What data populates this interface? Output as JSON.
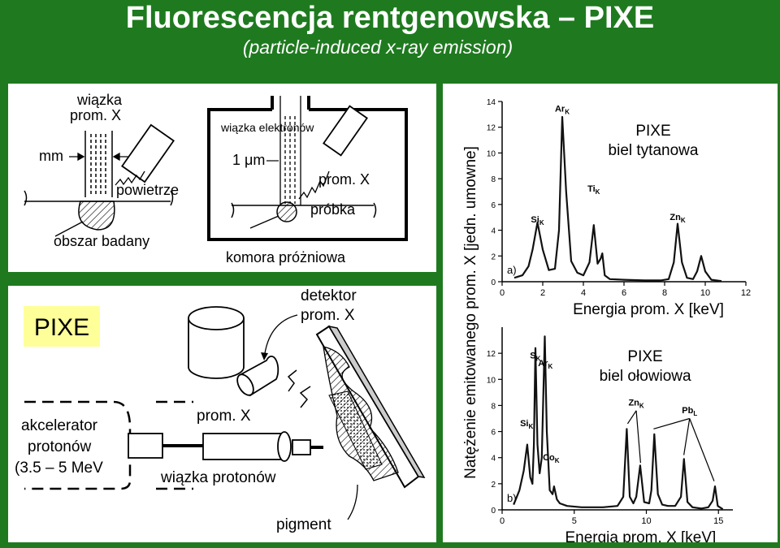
{
  "header": {
    "title": "Fluorescencja rentgenowska – PIXE",
    "subtitle": "(particle-induced x-ray emission)"
  },
  "top_diagram": {
    "beam_label_line1": "wiązka",
    "beam_label_line2": "prom. X",
    "mm": "mm",
    "air": "powietrze",
    "area": "obszar badany",
    "electron_beam": "wiązka elektronów",
    "micron": "1 μm",
    "xray": "prom. X",
    "sample": "próbka",
    "chamber": "komora próżniowa"
  },
  "bottom_diagram": {
    "pixe_badge": "PIXE",
    "accelerator_line1": "akcelerator",
    "accelerator_line2": "protonów",
    "accelerator_line3": "(3.5 – 5 MeV",
    "detector_line1": "detektor",
    "detector_line2": "prom. X",
    "xray": "prom. X",
    "proton_beam": "wiązka protonów",
    "pigment": "pigment"
  },
  "spectra": {
    "ylabel": "Natężenie emitowanego prom. X [jedn. umowne]",
    "colors": {
      "line": "#111111",
      "background": "#ffffff",
      "frame": "#1f7a1f"
    }
  },
  "chart_data": [
    {
      "type": "line",
      "title": "PIXE",
      "subtitle": "biel tytanowa",
      "panel_tag": "a)",
      "xlabel": "Energia prom. X [keV]",
      "xlim": [
        0,
        12
      ],
      "ylim": [
        0,
        14
      ],
      "xticks": [
        "0",
        "2",
        "4",
        "6",
        "8",
        "10",
        "12"
      ],
      "yticks": [
        "0",
        "2",
        "4",
        "6",
        "8",
        "10",
        "12",
        "14"
      ],
      "peak_labels": [
        {
          "label": "Si",
          "sub": "K",
          "x": 1.74,
          "y": 4.6
        },
        {
          "label": "Ar",
          "sub": "K",
          "x": 2.96,
          "y": 13.2
        },
        {
          "label": "Ti",
          "sub": "K",
          "x": 4.51,
          "y": 7.0
        },
        {
          "label": "Zn",
          "sub": "K",
          "x": 8.64,
          "y": 4.8
        }
      ],
      "series": [
        {
          "x": [
            0.6,
            1.0,
            1.3,
            1.5,
            1.74,
            2.0,
            2.3,
            2.6,
            2.8,
            2.96,
            3.15,
            3.4,
            3.7,
            4.0,
            4.3,
            4.51,
            4.7,
            4.85,
            4.93,
            5.05,
            5.3,
            6.0,
            7.0,
            7.8,
            8.2,
            8.45,
            8.64,
            8.85,
            9.1,
            9.4,
            9.6,
            9.8,
            10.0,
            10.3,
            10.8
          ],
          "y": [
            0.3,
            0.5,
            1.2,
            2.5,
            4.6,
            2.5,
            0.9,
            1.0,
            4.0,
            12.8,
            7.0,
            1.6,
            0.7,
            0.5,
            1.5,
            4.4,
            1.4,
            1.8,
            2.2,
            0.5,
            0.2,
            0.15,
            0.1,
            0.1,
            0.2,
            1.5,
            4.5,
            1.5,
            0.3,
            0.2,
            0.8,
            2.0,
            0.8,
            0.15,
            0.05
          ]
        }
      ]
    },
    {
      "type": "line",
      "title": "PIXE",
      "subtitle": "biel ołowiowa",
      "panel_tag": "b)",
      "xlabel": "Energia prom. X [keV]",
      "xlim": [
        0,
        16
      ],
      "ylim": [
        0,
        14
      ],
      "xticks": [
        "0",
        "5",
        "10",
        "15"
      ],
      "yticks": [
        "0",
        "2",
        "4",
        "6",
        "8",
        "10",
        "12"
      ],
      "peak_labels": [
        {
          "label": "S",
          "sub": "K",
          "x": 2.3,
          "y": 11.6
        },
        {
          "label": "Ar",
          "sub": "K",
          "x": 3.0,
          "y": 11.0
        },
        {
          "label": "Si",
          "sub": "K",
          "x": 1.7,
          "y": 6.4
        },
        {
          "label": "Co",
          "sub": "K",
          "x": 3.4,
          "y": 3.8
        },
        {
          "label": "Zn",
          "sub": "K",
          "x": 9.3,
          "y": 8.0
        },
        {
          "label": "Pb",
          "sub": "L",
          "x": 13.0,
          "y": 7.4
        }
      ],
      "series": [
        {
          "x": [
            0.8,
            1.2,
            1.5,
            1.74,
            1.95,
            2.1,
            2.2,
            2.31,
            2.45,
            2.6,
            2.75,
            2.96,
            3.1,
            3.3,
            3.5,
            3.6,
            3.8,
            4.0,
            4.5,
            5.5,
            7.0,
            8.0,
            8.4,
            8.64,
            8.85,
            9.1,
            9.3,
            9.57,
            9.85,
            10.2,
            10.35,
            10.55,
            10.8,
            11.1,
            11.5,
            12.0,
            12.4,
            12.61,
            12.85,
            13.2,
            13.8,
            14.3,
            14.6,
            14.76,
            14.95,
            15.3
          ],
          "y": [
            0.4,
            1.5,
            3.0,
            5.0,
            2.5,
            2.0,
            5.0,
            12.4,
            5.0,
            2.8,
            4.0,
            13.3,
            6.0,
            1.5,
            1.2,
            1.8,
            0.8,
            0.5,
            0.3,
            0.2,
            0.2,
            0.3,
            1.0,
            6.2,
            1.0,
            0.5,
            1.0,
            3.4,
            0.6,
            0.5,
            1.5,
            5.8,
            1.2,
            0.4,
            0.3,
            0.3,
            1.0,
            3.9,
            0.6,
            0.2,
            0.1,
            0.2,
            0.7,
            1.8,
            0.3,
            0.05
          ]
        }
      ]
    }
  ]
}
